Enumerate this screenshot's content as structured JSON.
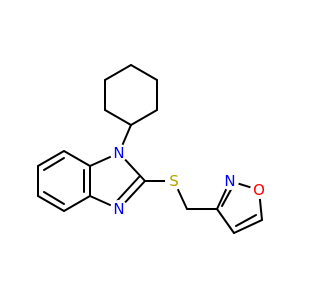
{
  "atoms": {
    "n1": {
      "symbol": "N",
      "color": "#0000ff"
    },
    "n3": {
      "symbol": "N",
      "color": "#0000ff"
    },
    "s": {
      "symbol": "S",
      "color": "#b8a200"
    },
    "n_iso": {
      "symbol": "N",
      "color": "#0000ff"
    },
    "o_iso": {
      "symbol": "O",
      "color": "#ff0000"
    }
  }
}
